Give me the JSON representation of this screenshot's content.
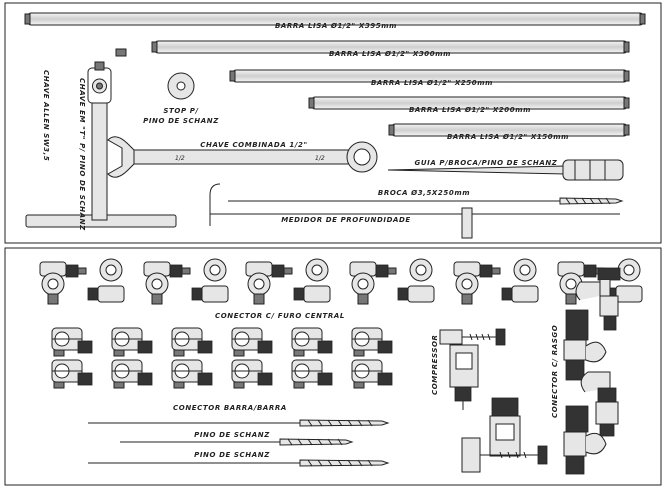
{
  "top_panel": {
    "bars": [
      {
        "label": "BARRA LISA Ø1/2\" X395mm"
      },
      {
        "label": "BARRA LISA Ø1/2\" X300mm"
      },
      {
        "label": "BARRA LISA Ø1/2\" X250mm"
      },
      {
        "label": "BARRA LISA Ø1/2\" X200mm"
      },
      {
        "label": "BARRA LISA Ø1/2\" X150mm"
      }
    ],
    "allen_key_label": "CHAVE ALLEN SW3,5",
    "t_wrench_label": "CHAVE EM \"T\" P/ PINO DE SCHANZ",
    "stop_label_line1": "STOP P/",
    "stop_label_line2": "PINO DE SCHANZ",
    "combo_wrench_label": "CHAVE COMBINADA 1/2\"",
    "combo_wrench_size_left": "1/2",
    "combo_wrench_size_right": "1/2",
    "guide_label": "GUIA P/BROCA/PINO DE SCHANZ",
    "drill_label": "BROCA Ø3,5X250mm",
    "depth_gauge_label": "MEDIDOR DE PROFUNDIDADE"
  },
  "bottom_panel": {
    "central_connector_label": "CONECTOR C/ FURO CENTRAL",
    "bar_bar_connector_label": "CONECTOR BARRA/BARRA",
    "compression_label": "COMPRESSOR",
    "slot_connector_label": "CONECTOR C/ RASGO",
    "schanz_pins": [
      {
        "label": "PINO DE SCHANZ"
      },
      {
        "label": "PINO DE SCHANZ"
      }
    ]
  }
}
